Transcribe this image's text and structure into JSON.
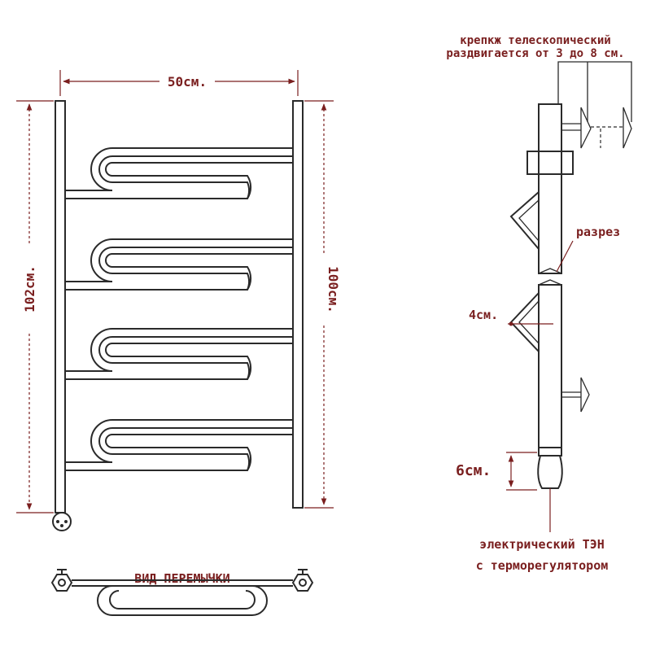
{
  "labels": {
    "width": "50см.",
    "height_left": "102см.",
    "height_right": "100см.",
    "jumper_view": "ВИД ПЕРЕМЫЧКИ",
    "mount_line1": "крепкж телескопический",
    "mount_line2": "раздвигается от 3 до 8 см.",
    "section": "разрез",
    "offset": "4см.",
    "heater_height": "6см.",
    "heater_line1": "электрический  ТЭН",
    "heater_line2": "с терморегулятором"
  },
  "colors": {
    "label": "#7a1f1f",
    "line": "#2a2a2a"
  }
}
